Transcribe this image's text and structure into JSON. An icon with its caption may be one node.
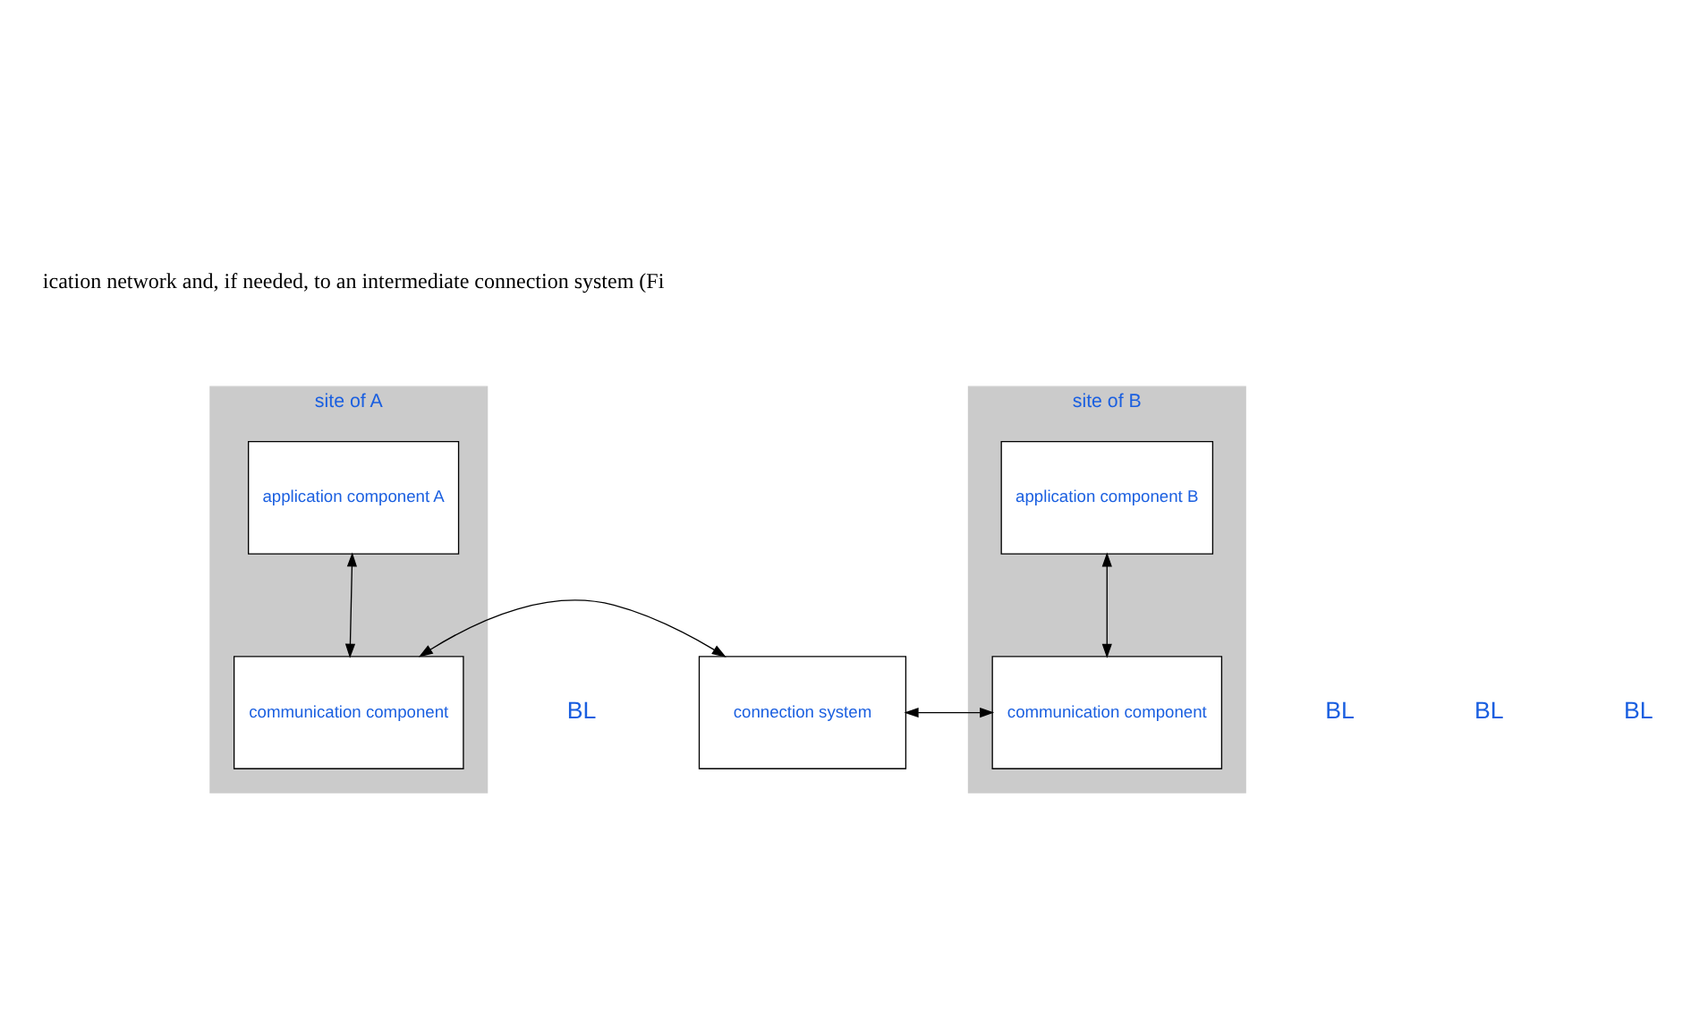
{
  "diagram": {
    "nodes": [
      {
        "text": [
          "site of A"
        ]
      },
      {
        "text": [
          "application component A"
        ],
        "in": 0
      },
      {
        "text": [
          "communication component"
        ],
        "in": 0
      },
      {
        "text": [
          "connection system"
        ]
      },
      {
        "text": [
          "site of B"
        ]
      },
      {
        "text": [
          "application component B"
        ],
        "in": 4
      },
      {
        "text": [
          "communication component"
        ],
        "in": 4
      }
    ],
    "edges": [
      {
        "from": 1,
        "to": 2,
        "arrow": "both"
      },
      {
        "from": 2,
        "to": 3,
        "arrow": "both"
      },
      {
        "from": 3,
        "to": 6,
        "arrow": "both"
      },
      {
        "from": 5,
        "to": 6,
        "arrow": "both"
      }
    ],
    "labels": [
      "ication network and, if needed, to an intermediate connection system (Fi",
      "BL",
      "BL",
      "BL",
      "BL"
    ]
  }
}
